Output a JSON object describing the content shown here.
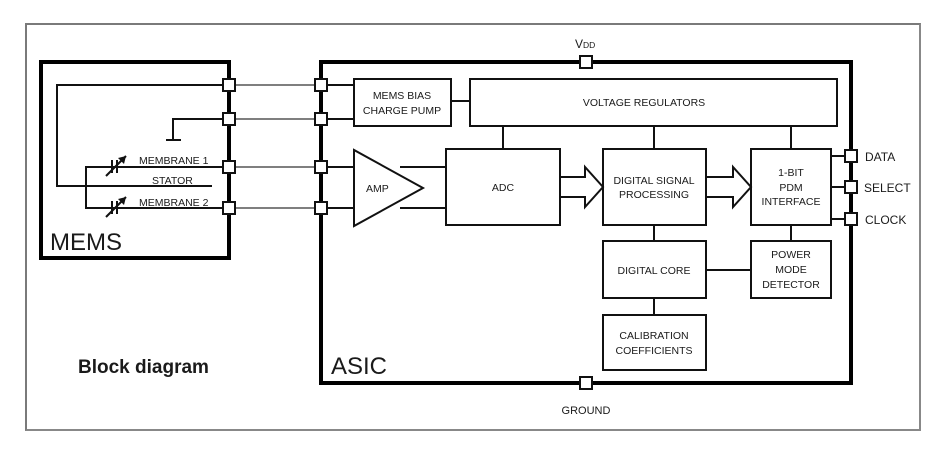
{
  "title": "Block diagram",
  "mems": {
    "label": "MEMS",
    "membrane1": "MEMBRANE 1",
    "stator": "STATOR",
    "membrane2": "MEMBRANE 2"
  },
  "asic": {
    "label": "ASIC",
    "vdd_main": "V",
    "vdd_sub": "DD",
    "ground": "GROUND",
    "blocks": {
      "charge_pump": [
        "MEMS BIAS",
        "CHARGE PUMP"
      ],
      "voltage_regulators": "VOLTAGE REGULATORS",
      "amp": "AMP",
      "adc": "ADC",
      "dsp": [
        "DIGITAL SIGNAL",
        "PROCESSING"
      ],
      "pdm": [
        "1-BIT",
        "PDM",
        "INTERFACE"
      ],
      "digital_core": "DIGITAL CORE",
      "power_mode": [
        "POWER",
        "MODE",
        "DETECTOR"
      ],
      "calibration": [
        "CALIBRATION",
        "COEFFICIENTS"
      ]
    },
    "pins": [
      "DATA",
      "SELECT",
      "CLOCK"
    ]
  }
}
